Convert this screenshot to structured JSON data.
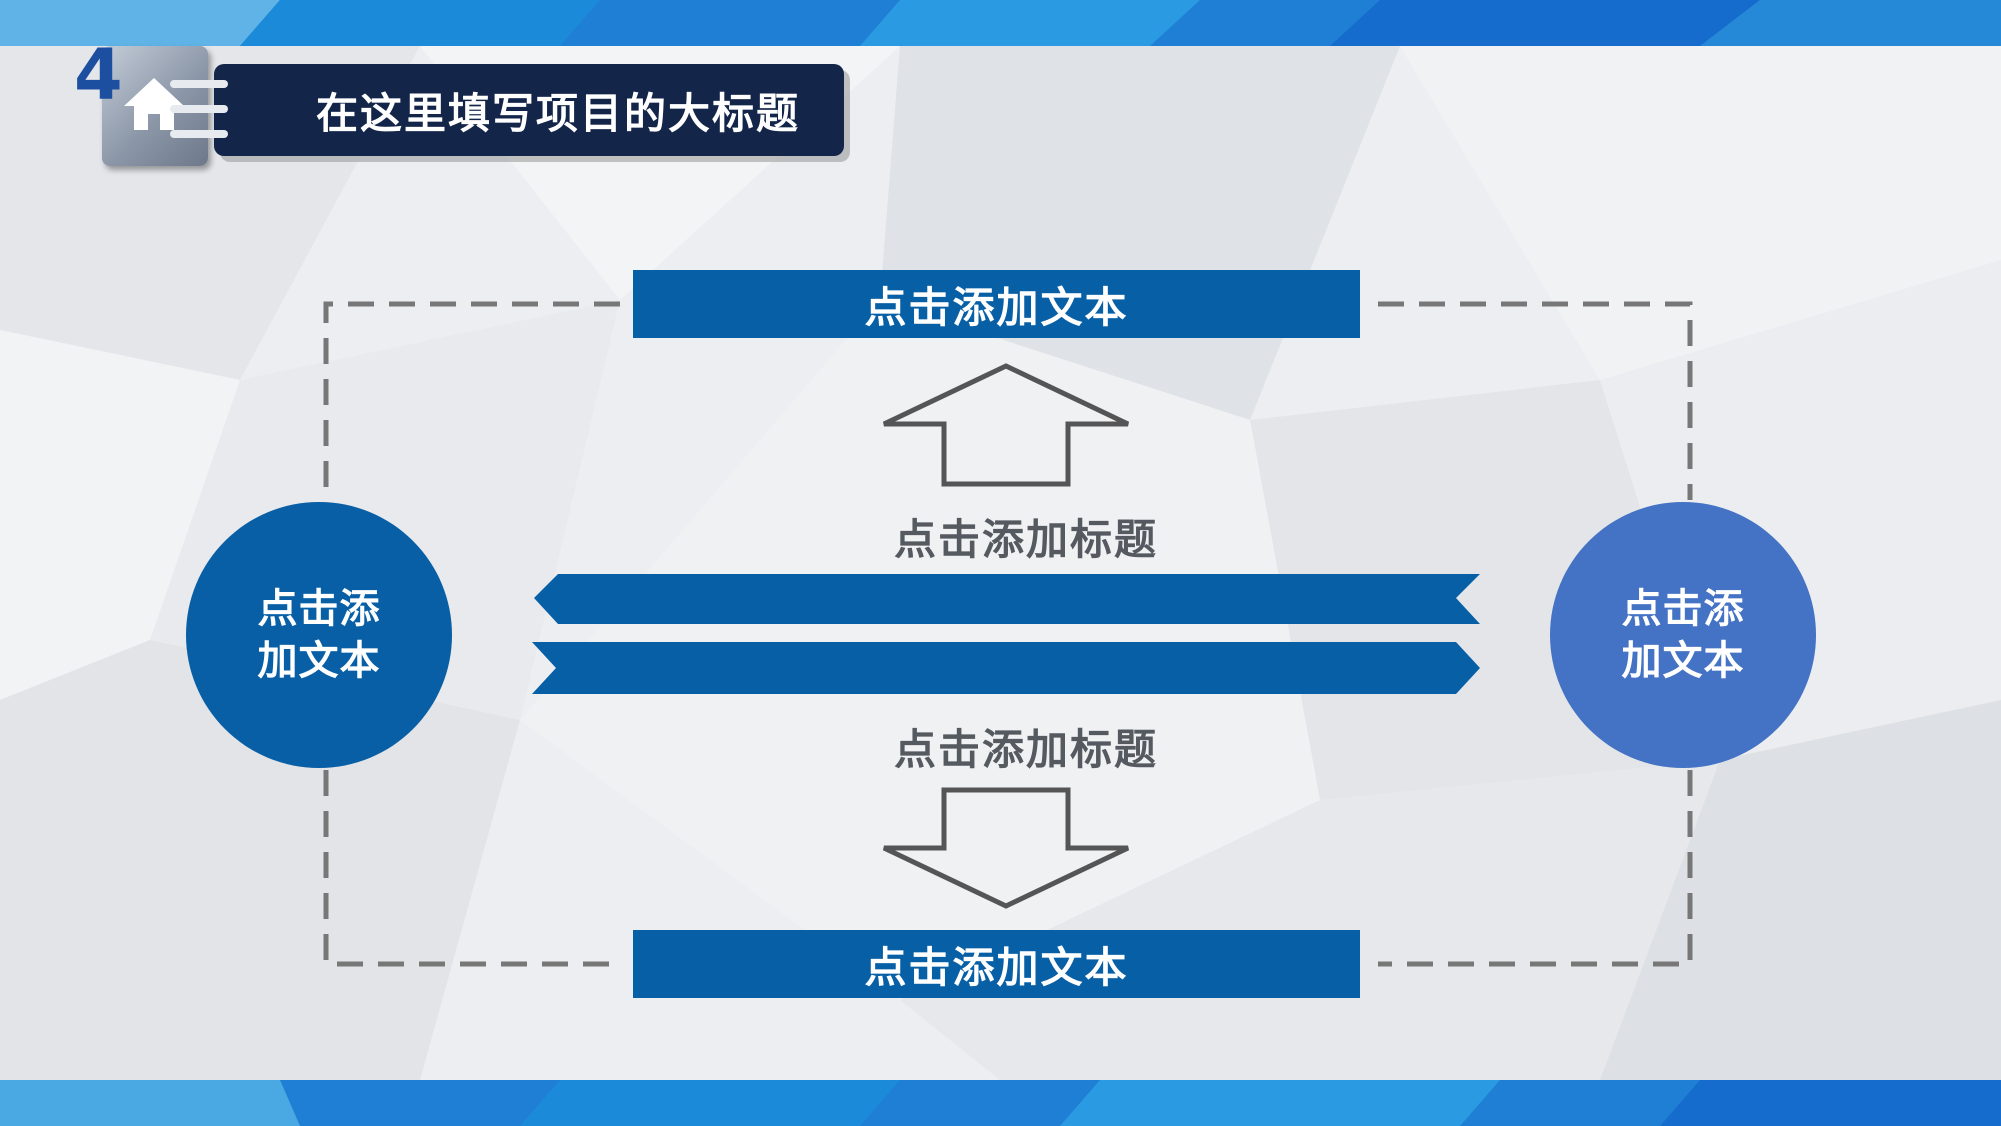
{
  "header": {
    "badge_number": "4",
    "title": "在这里填写项目的大标题"
  },
  "diagram": {
    "top_box": "点击添加文本",
    "bottom_box": "点击添加文本",
    "upper_label": "点击添加标题",
    "lower_label": "点击添加标题",
    "left_circle": "点击添加文本",
    "right_circle": "点击添加文本"
  },
  "colors": {
    "navy": "#14254a",
    "primary_blue": "#075fa6",
    "circle_left": "#085fa5",
    "circle_right": "#4472c4",
    "dash_gray": "#777777",
    "arrow_outline": "#555555"
  },
  "icons": {
    "home": "home-icon",
    "up_arrow": "arrow-up-outline-icon",
    "down_arrow": "arrow-down-outline-icon"
  }
}
